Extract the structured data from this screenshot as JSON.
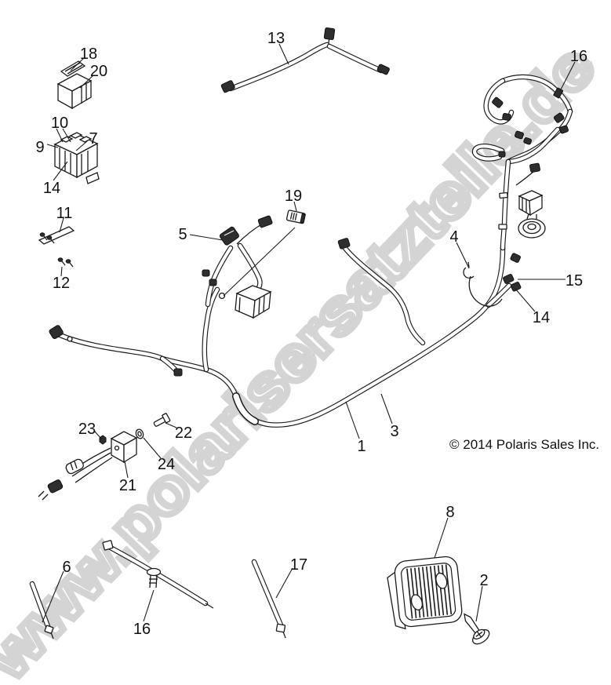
{
  "watermark": {
    "text": "www.polarisersatzteile.de",
    "color": "#d4d4d4"
  },
  "copyright": {
    "text": "© 2014 Polaris Sales Inc."
  },
  "colors": {
    "line": "#1a1a1a",
    "connector_fill": "#2e2e2e",
    "background": "#ffffff"
  },
  "callouts": {
    "n1": "1",
    "n2": "2",
    "n3": "3",
    "n4": "4",
    "n5": "5",
    "n6": "6",
    "n7": "7",
    "n8": "8",
    "n9": "9",
    "n10": "10",
    "n11": "11",
    "n12": "12",
    "n13": "13",
    "n14": "14",
    "n15": "15",
    "n16": "16",
    "n17": "17",
    "n18": "18",
    "n19": "19",
    "n20": "20",
    "n21": "21",
    "n22": "22",
    "n23": "23",
    "n24": "24"
  }
}
